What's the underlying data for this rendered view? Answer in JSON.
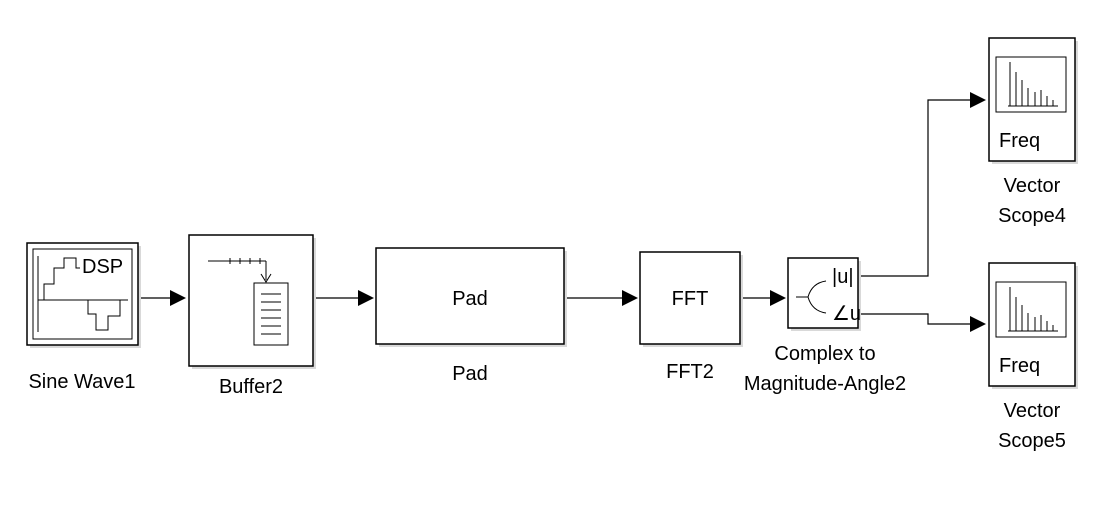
{
  "blocks": {
    "sine_wave": {
      "name": "Sine Wave1",
      "icon_text": "DSP"
    },
    "buffer": {
      "name": "Buffer2"
    },
    "pad": {
      "name": "Pad",
      "icon_text": "Pad"
    },
    "fft": {
      "name": "FFT2",
      "icon_text": "FFT"
    },
    "complex_to_mag": {
      "name_line1": "Complex to",
      "name_line2": "Magnitude-Angle2",
      "port_mag": "|u|",
      "port_angle": "∠u"
    },
    "scope4": {
      "name_line1": "Vector",
      "name_line2": "Scope4",
      "icon_text": "Freq"
    },
    "scope5": {
      "name_line1": "Vector",
      "name_line2": "Scope5",
      "icon_text": "Freq"
    }
  },
  "icons": {
    "sine_wave": "staircase-sine-icon",
    "buffer": "buffer-icon",
    "complex_to_mag": "split-fork-icon",
    "scope": "spectrum-bars-icon"
  }
}
